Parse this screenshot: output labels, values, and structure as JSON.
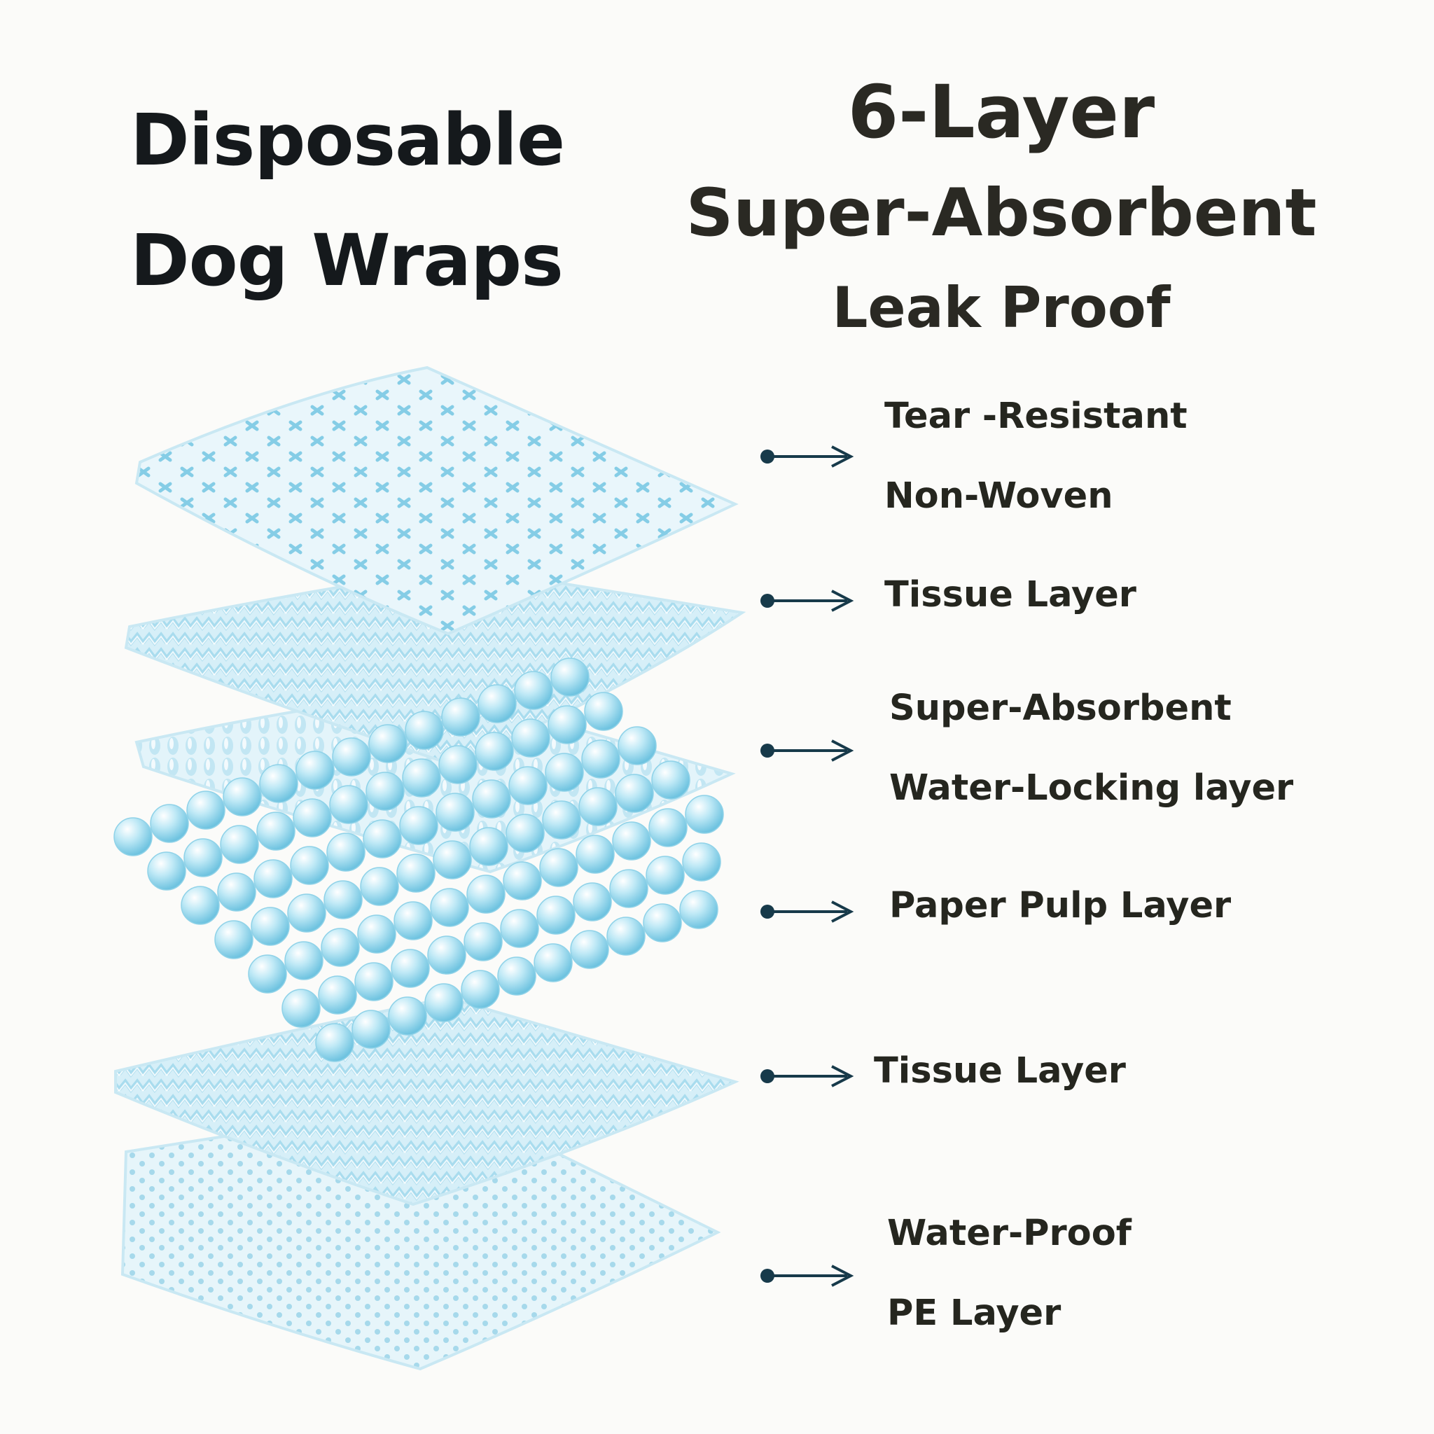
{
  "title_left": {
    "line1": "Disposable",
    "line2": "Dog Wraps"
  },
  "title_right": {
    "line1": "6-Layer",
    "line2": "Super-Absorbent",
    "line3": "Leak Proof"
  },
  "layers": [
    {
      "line1": "Tear -Resistant",
      "line2": "Non-Woven"
    },
    {
      "line1": "Tissue Layer"
    },
    {
      "line1": "Super-Absorbent",
      "line2": "Water-Locking layer"
    },
    {
      "line1": "Paper Pulp Layer"
    },
    {
      "line1": "Tissue Layer"
    },
    {
      "line1": "Water-Proof",
      "line2": "PE Layer"
    }
  ],
  "colors": {
    "layer_blue": "#bfe6f3",
    "accent_blue": "#7fcde6",
    "arrow": "#173a4a",
    "text": "#25261f"
  }
}
